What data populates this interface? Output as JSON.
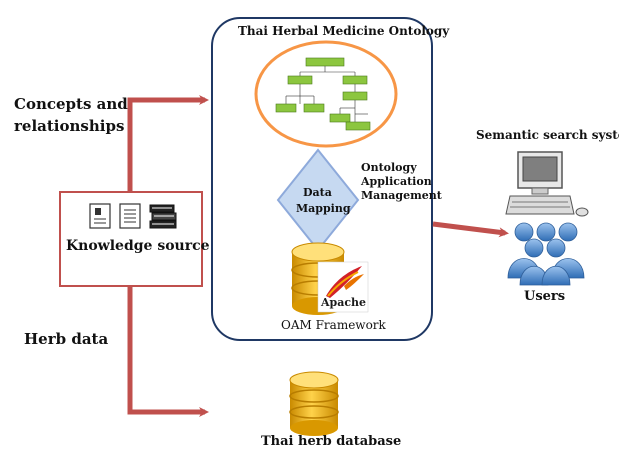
{
  "ontology_box": {
    "title": "Thai Herbal Medicine Ontology",
    "framework_label": "OAM Framework"
  },
  "labels": {
    "concepts": [
      "Concepts and",
      "relationships"
    ],
    "herb_data": "Herb data",
    "knowledge_source": "Knowledge source",
    "oam": [
      "Ontology",
      "Application",
      "Management"
    ],
    "data_mapping": [
      "Data",
      "Mapping"
    ],
    "semantic_search": "Semantic search system",
    "users": "Users",
    "thai_herb_db": "Thai herb database",
    "apache_logo": "Apache"
  },
  "colors": {
    "arrow": "#c0504d",
    "ontology_border": "#1f3864",
    "ellipse_border": "#f79646",
    "tree_node": "#8cc63f",
    "diamond_fill": "#c6d9f1",
    "database": "#f2a900",
    "users": "#4f81bd"
  },
  "icons": [
    "document-icon",
    "document-icon",
    "books-icon",
    "computer-icon",
    "users-icon",
    "database-icon",
    "apache-feather-icon"
  ]
}
